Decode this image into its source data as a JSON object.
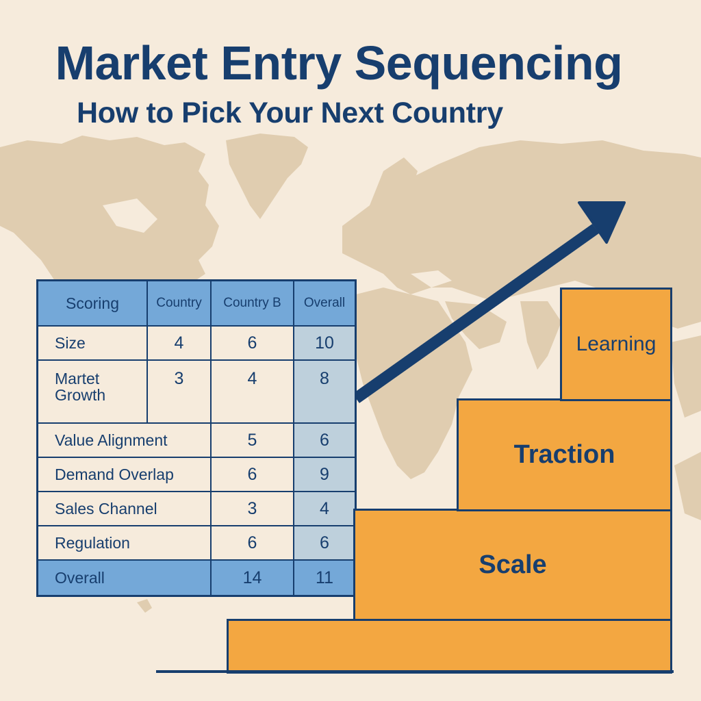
{
  "header": {
    "title": "Market Entry Sequencing",
    "subtitle": "How to Pick Your Next Country"
  },
  "colors": {
    "background": "#f6ebdc",
    "map_land": "#e0cdb0",
    "navy": "#173e6e",
    "table_header": "#74a8d8",
    "overall_column": "#bed0dc",
    "step_orange": "#f3a741"
  },
  "table": {
    "headers": [
      "Scoring",
      "Country",
      "Country B",
      "Overall"
    ],
    "rows": [
      {
        "label": "Size",
        "country": "4",
        "country_b": "6",
        "overall": "10"
      },
      {
        "label_line1": "Martet",
        "label_line2": "Growth",
        "country": "3",
        "country_b": "4",
        "overall": "8"
      },
      {
        "label": "Value Alignment",
        "country_b": "5",
        "overall": "6"
      },
      {
        "label": "Demand Overlap",
        "country_b": "6",
        "overall": "9"
      },
      {
        "label": "Sales Channel",
        "country_b": "3",
        "overall": "4"
      },
      {
        "label": "Regulation",
        "country_b": "6",
        "overall": "6"
      }
    ],
    "total": {
      "label": "Overall",
      "country_b": "14",
      "overall": "11"
    }
  },
  "steps": {
    "learning": "Learning",
    "traction": "Traction",
    "scale": "Scale",
    "base": ""
  },
  "icons": {
    "arrow": "trend-up-arrow-icon",
    "map": "world-map-background"
  }
}
